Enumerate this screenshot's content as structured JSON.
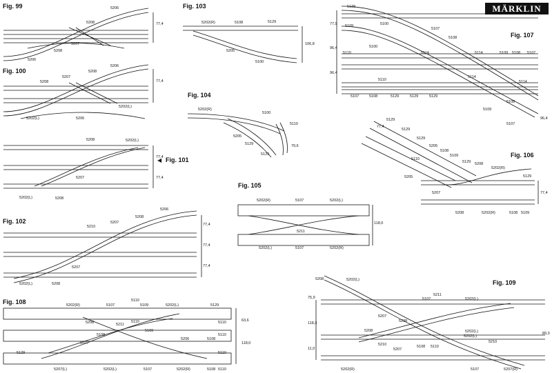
{
  "brand": {
    "name": "MÄRKLIN"
  },
  "figures": {
    "f99": {
      "title": "Fig. 99",
      "parts": [
        "5206",
        "5208",
        "5207",
        "5208",
        "5206"
      ],
      "dims": [
        "77,4"
      ]
    },
    "f100": {
      "title": "Fig. 100",
      "parts": [
        "5206",
        "5207",
        "5208",
        "5208",
        "5202(L)",
        "5202(L)",
        "5206"
      ],
      "dims": [
        "77,4"
      ]
    },
    "f101": {
      "title": "Fig. 101",
      "parts": [
        "5208",
        "5202(L)",
        "5207",
        "5202(L)",
        "5208"
      ],
      "dims": [
        "77,4",
        "77,4"
      ]
    },
    "f102": {
      "title": "Fig. 102",
      "parts": [
        "5206",
        "5210",
        "5207",
        "5208",
        "5207",
        "5202(L)",
        "5208"
      ],
      "dims": [
        "77,4",
        "77,4",
        "77,4"
      ]
    },
    "f103": {
      "title": "Fig. 103",
      "parts": [
        "5202(R)",
        "5108",
        "5129",
        "5205",
        "5100"
      ],
      "dims": [
        "106,8"
      ]
    },
    "f104": {
      "title": "Fig. 104",
      "parts": [
        "5202(R)",
        "5100",
        "5110",
        "5205",
        "5129",
        "5129"
      ],
      "dims": [
        "79,6"
      ]
    },
    "f105": {
      "title": "Fig. 105",
      "parts": [
        "5202(R)",
        "5107",
        "5202(L)",
        "5211",
        "5202(L)",
        "5107",
        "5202(R)"
      ],
      "dims": [
        "118,0"
      ]
    },
    "f106": {
      "title": "Fig. 106",
      "parts": [
        "5129",
        "5129",
        "5129",
        "5205",
        "5108",
        "5110",
        "5109",
        "5129",
        "5208",
        "5202(R)",
        "5205",
        "5207",
        "5208",
        "5202(R)",
        "5108",
        "5109",
        "5129"
      ],
      "dims": [
        "77,4",
        "77,4"
      ]
    },
    "f107": {
      "title": "Fig. 107",
      "parts": [
        "5129",
        "5109",
        "5100",
        "5107",
        "5108",
        "5100",
        "5114",
        "5109",
        "5108",
        "5107",
        "5110",
        "5114",
        "5114",
        "5110",
        "5114",
        "5107",
        "5108",
        "5129",
        "5129",
        "5129",
        "5109",
        "5108",
        "5107"
      ],
      "dims": [
        "77,9",
        "96,4",
        "96,4",
        "96,4"
      ]
    },
    "f108": {
      "title": "Fig. 108",
      "parts": [
        "5202(R)",
        "5107",
        "5110",
        "5109",
        "5202(L)",
        "5129",
        "5208",
        "5211",
        "5110",
        "5109",
        "5108",
        "5107",
        "5110",
        "5110",
        "5206",
        "5108",
        "5110",
        "5129",
        "5207(L)",
        "5202(L)",
        "5107",
        "5202(R)",
        "5108",
        "5110"
      ],
      "dims": [
        "63,6",
        "118,0"
      ]
    },
    "f109": {
      "title": "Fig. 109",
      "parts": [
        "5208",
        "5202(L)",
        "5107",
        "5211",
        "5202(L)",
        "5207",
        "5208",
        "5208",
        "5202(L)",
        "5210",
        "5108",
        "5110",
        "5207",
        "5210",
        "5202(R)",
        "5107",
        "5207(R)",
        "5202(L)"
      ],
      "dims": [
        "75,9",
        "118,3",
        "89,3",
        "11,0"
      ]
    }
  }
}
